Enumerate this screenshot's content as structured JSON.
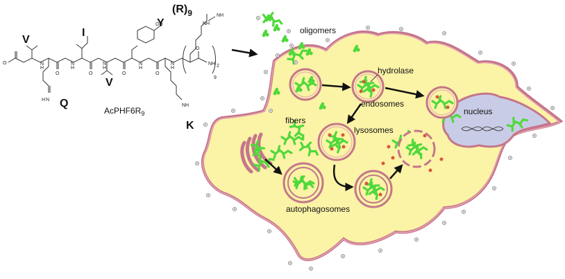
{
  "molecule": {
    "name_main": "AcPHF6R",
    "name_sub": "9",
    "residues": {
      "v1": "V",
      "i": "I",
      "y": "Y",
      "q": "Q",
      "v2": "V",
      "k": "K",
      "r_main": "(R)",
      "r_sub": "9"
    },
    "subscript_9": "9",
    "atoms": {
      "nh": "NH",
      "h2n": "H",
      "oh": "OH",
      "o": "O",
      "h": "H",
      "n": "N",
      "nh2": "NH",
      "two": "2"
    }
  },
  "cell": {
    "labels": {
      "oligomers": "oligomers",
      "hydrolase": "hydrolase",
      "endosomes": "endosomes",
      "nucleus": "nucleus",
      "fibers": "fibers",
      "lysosomes": "lysosomes",
      "autophagosomes": "autophagosomes"
    }
  },
  "colors": {
    "cytoplasm": "#fbf3a6",
    "membrane": "#c4768a",
    "membrane_inner": "#e8a4b4",
    "nucleus": "#c9cce6",
    "fiber_green": "#4fd93a",
    "enzyme_red": "#d9583a"
  }
}
